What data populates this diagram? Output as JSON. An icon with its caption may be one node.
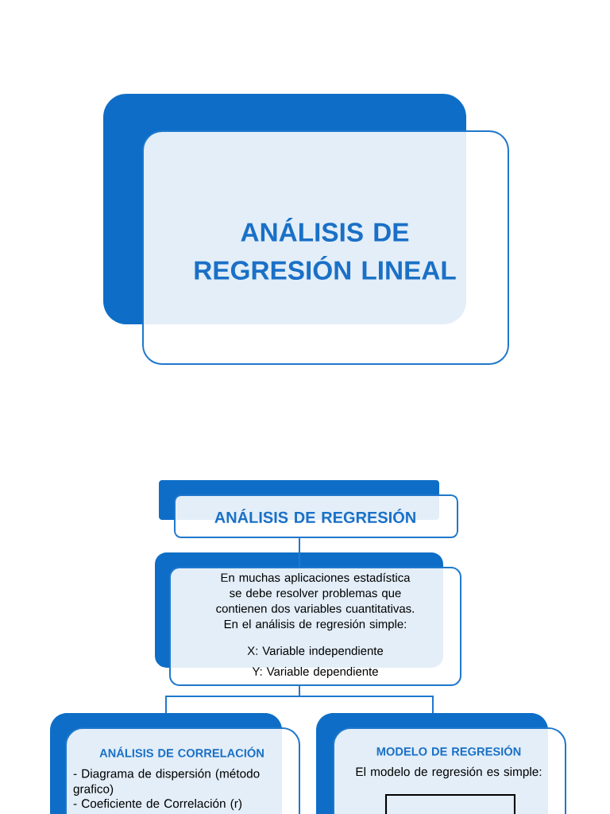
{
  "diagram": {
    "nodes": [
      {
        "text": [
          "ANÁLISIS DE REGRESIÓN LINEAL"
        ]
      },
      {
        "text": [
          "ANÁLISIS DE REGRESIÓN"
        ]
      },
      {
        "text": [
          "En muchas aplicaciones estadística se debe resolver problemas que contienen dos variables cuantitativas. En el análisis de regresión simple:",
          "X: Variable independiente",
          "Y: Variable dependiente"
        ]
      },
      {
        "text": [
          "ANÁLISIS DE CORRELACIÓN",
          "- Diagrama de dispersión (método grafico)",
          "- Coeficiente de Correlación (r)"
        ]
      },
      {
        "text": [
          "MODELO DE REGRESIÓN",
          "El modelo de regresión es simple:"
        ]
      },
      {
        "text": [],
        "shape": "box",
        "in": 4
      }
    ],
    "edges": [
      {
        "from": 1,
        "to": 2,
        "arrow": "none"
      },
      {
        "from": 2,
        "to": 3,
        "arrow": "none"
      },
      {
        "from": 2,
        "to": 4,
        "arrow": "none"
      }
    ]
  }
}
